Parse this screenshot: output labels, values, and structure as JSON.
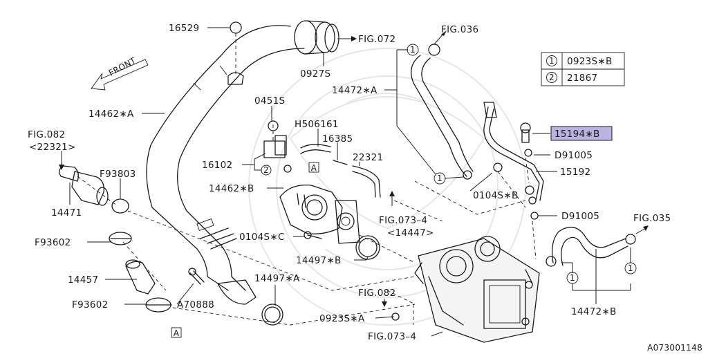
{
  "legend": {
    "rows": [
      {
        "num": "1",
        "code": "0923S∗B"
      },
      {
        "num": "2",
        "code": "21867"
      }
    ]
  },
  "labels": {
    "p16529": "16529",
    "fig072": "FIG.072",
    "p0927s": "0927S",
    "fig036": "FIG.036",
    "p14472a": "14472∗A",
    "front": "FRONT",
    "p14462a": "14462∗A",
    "p0451s": "0451S",
    "h506161": "H506161",
    "p16385": "16385",
    "p22321": "22321",
    "p15194b": "15194∗B",
    "d91005_top": "D91005",
    "p15192": "15192",
    "fig082_top": "FIG.082",
    "fig082_top_sub": "<22321>",
    "p16102": "16102",
    "f93803": "F93803",
    "p14462b": "14462∗B",
    "p0104sb": "0104S∗B",
    "p14471": "14471",
    "fig073_top": "FIG.073–4",
    "fig073_top_sub": "<14447>",
    "d91005_mid": "D91005",
    "fig035": "FIG.035",
    "f93602_top": "F93602",
    "p0104sc": "0104S∗C",
    "p14497b": "14497∗B",
    "p14457": "14457",
    "p14497a": "14497∗A",
    "fig082_bottom": "FIG.082",
    "f93602_bottom": "F93602",
    "a70888": "A70888",
    "p0923sa": "0923S∗A",
    "p14472b": "14472∗B",
    "fig073_bottom": "FIG.073–4",
    "ref_a": "A",
    "ref_a_top": "A",
    "circle1": "1",
    "circle2": "2",
    "diagram_id": "A073001148"
  },
  "colors": {
    "line": "#1a1a1a",
    "highlight": "#b9b4e0",
    "watermark": "#e6e6e6"
  }
}
